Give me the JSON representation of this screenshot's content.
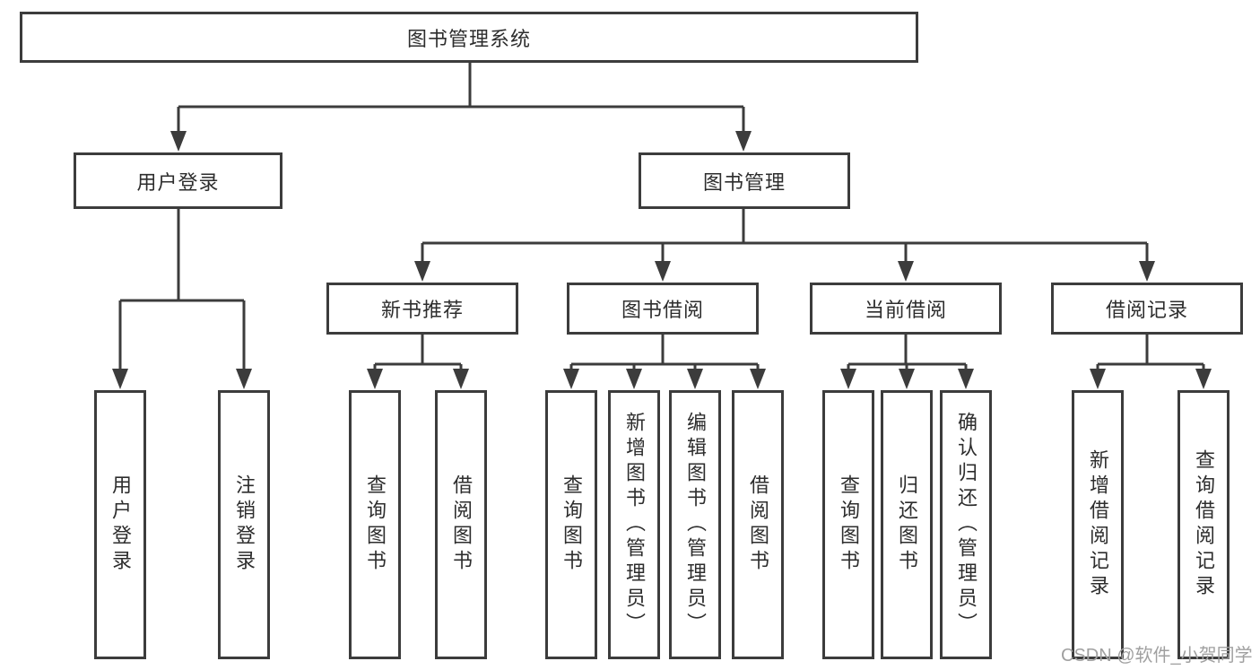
{
  "colors": {
    "line": "#3c3c3c",
    "text": "#2d2d2d",
    "box_background": "#ffffff",
    "page_background": "#ffffff",
    "watermark": "#a0a0a0"
  },
  "watermark": "CSDN @软件_小贺同学",
  "tree": {
    "root": "图书管理系统",
    "branches": [
      {
        "label": "用户登录",
        "children": [
          "用户登录",
          "注销登录"
        ]
      },
      {
        "label": "图书管理",
        "modules": [
          {
            "label": "新书推荐",
            "children": [
              "查询图书",
              "借阅图书"
            ]
          },
          {
            "label": "图书借阅",
            "children": [
              "查询图书",
              "新增图书（管理员）",
              "编辑图书（管理员）",
              "借阅图书"
            ]
          },
          {
            "label": "当前借阅",
            "children": [
              "查询图书",
              "归还图书",
              "确认归还（管理员）"
            ]
          },
          {
            "label": "借阅记录",
            "children": [
              "新增借阅记录",
              "查询借阅记录"
            ]
          }
        ]
      }
    ]
  }
}
